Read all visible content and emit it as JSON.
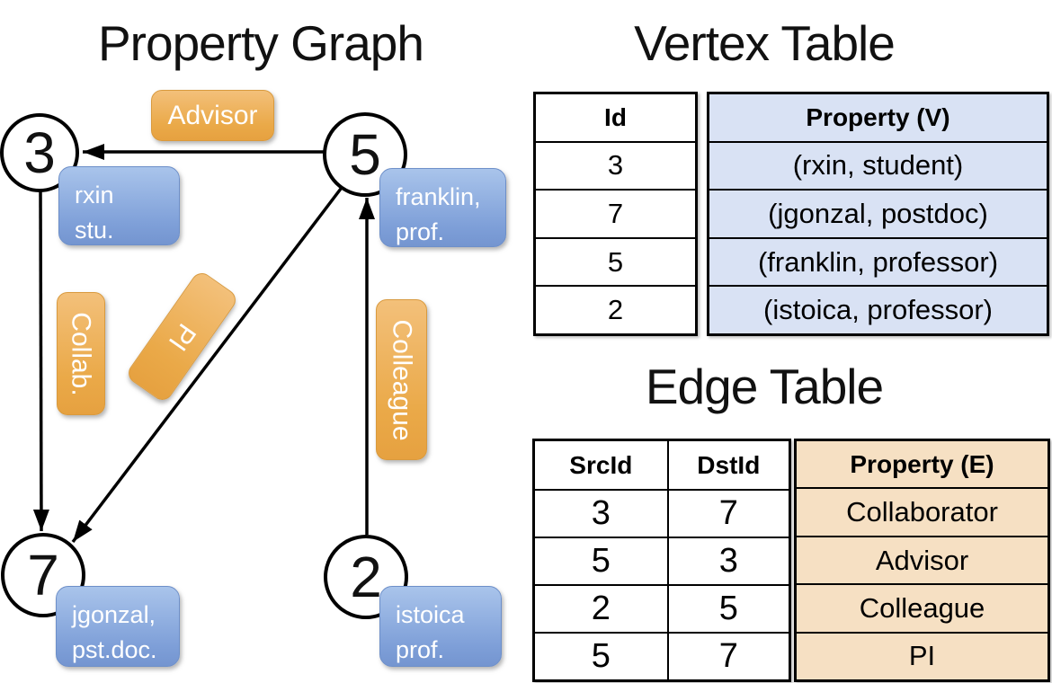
{
  "titles": {
    "property_graph": "Property Graph",
    "vertex_table": "Vertex Table",
    "edge_table": "Edge Table"
  },
  "graph": {
    "nodes": [
      {
        "id": "3"
      },
      {
        "id": "5"
      },
      {
        "id": "7"
      },
      {
        "id": "2"
      }
    ],
    "vertex_properties": [
      {
        "line1": "rxin",
        "line2": "stu."
      },
      {
        "line1": "franklin,",
        "line2": "prof."
      },
      {
        "line1": "jgonzal,",
        "line2": "pst.doc."
      },
      {
        "line1": "istoica",
        "line2": "prof."
      }
    ],
    "edge_labels": {
      "advisor": "Advisor",
      "collab": "Collab.",
      "pi": "PI",
      "colleague": "Colleague"
    }
  },
  "vertex_table": {
    "headers": {
      "id": "Id",
      "property": "Property (V)"
    },
    "rows": [
      {
        "id": "3",
        "property": "(rxin, student)"
      },
      {
        "id": "7",
        "property": "(jgonzal, postdoc)"
      },
      {
        "id": "5",
        "property": "(franklin, professor)"
      },
      {
        "id": "2",
        "property": "(istoica, professor)"
      }
    ]
  },
  "edge_table": {
    "headers": {
      "src": "SrcId",
      "dst": "DstId",
      "property": "Property (E)"
    },
    "rows": [
      {
        "src": "3",
        "dst": "7",
        "property": "Collaborator"
      },
      {
        "src": "5",
        "dst": "3",
        "property": "Advisor"
      },
      {
        "src": "2",
        "dst": "5",
        "property": "Colleague"
      },
      {
        "src": "5",
        "dst": "7",
        "property": "PI"
      }
    ]
  },
  "colors": {
    "edge_label_fill": "#e9a84b",
    "vertex_label_fill": "#7e9fd8",
    "vertex_table_fill": "#d9e2f4",
    "edge_table_fill": "#f6e0c3"
  }
}
